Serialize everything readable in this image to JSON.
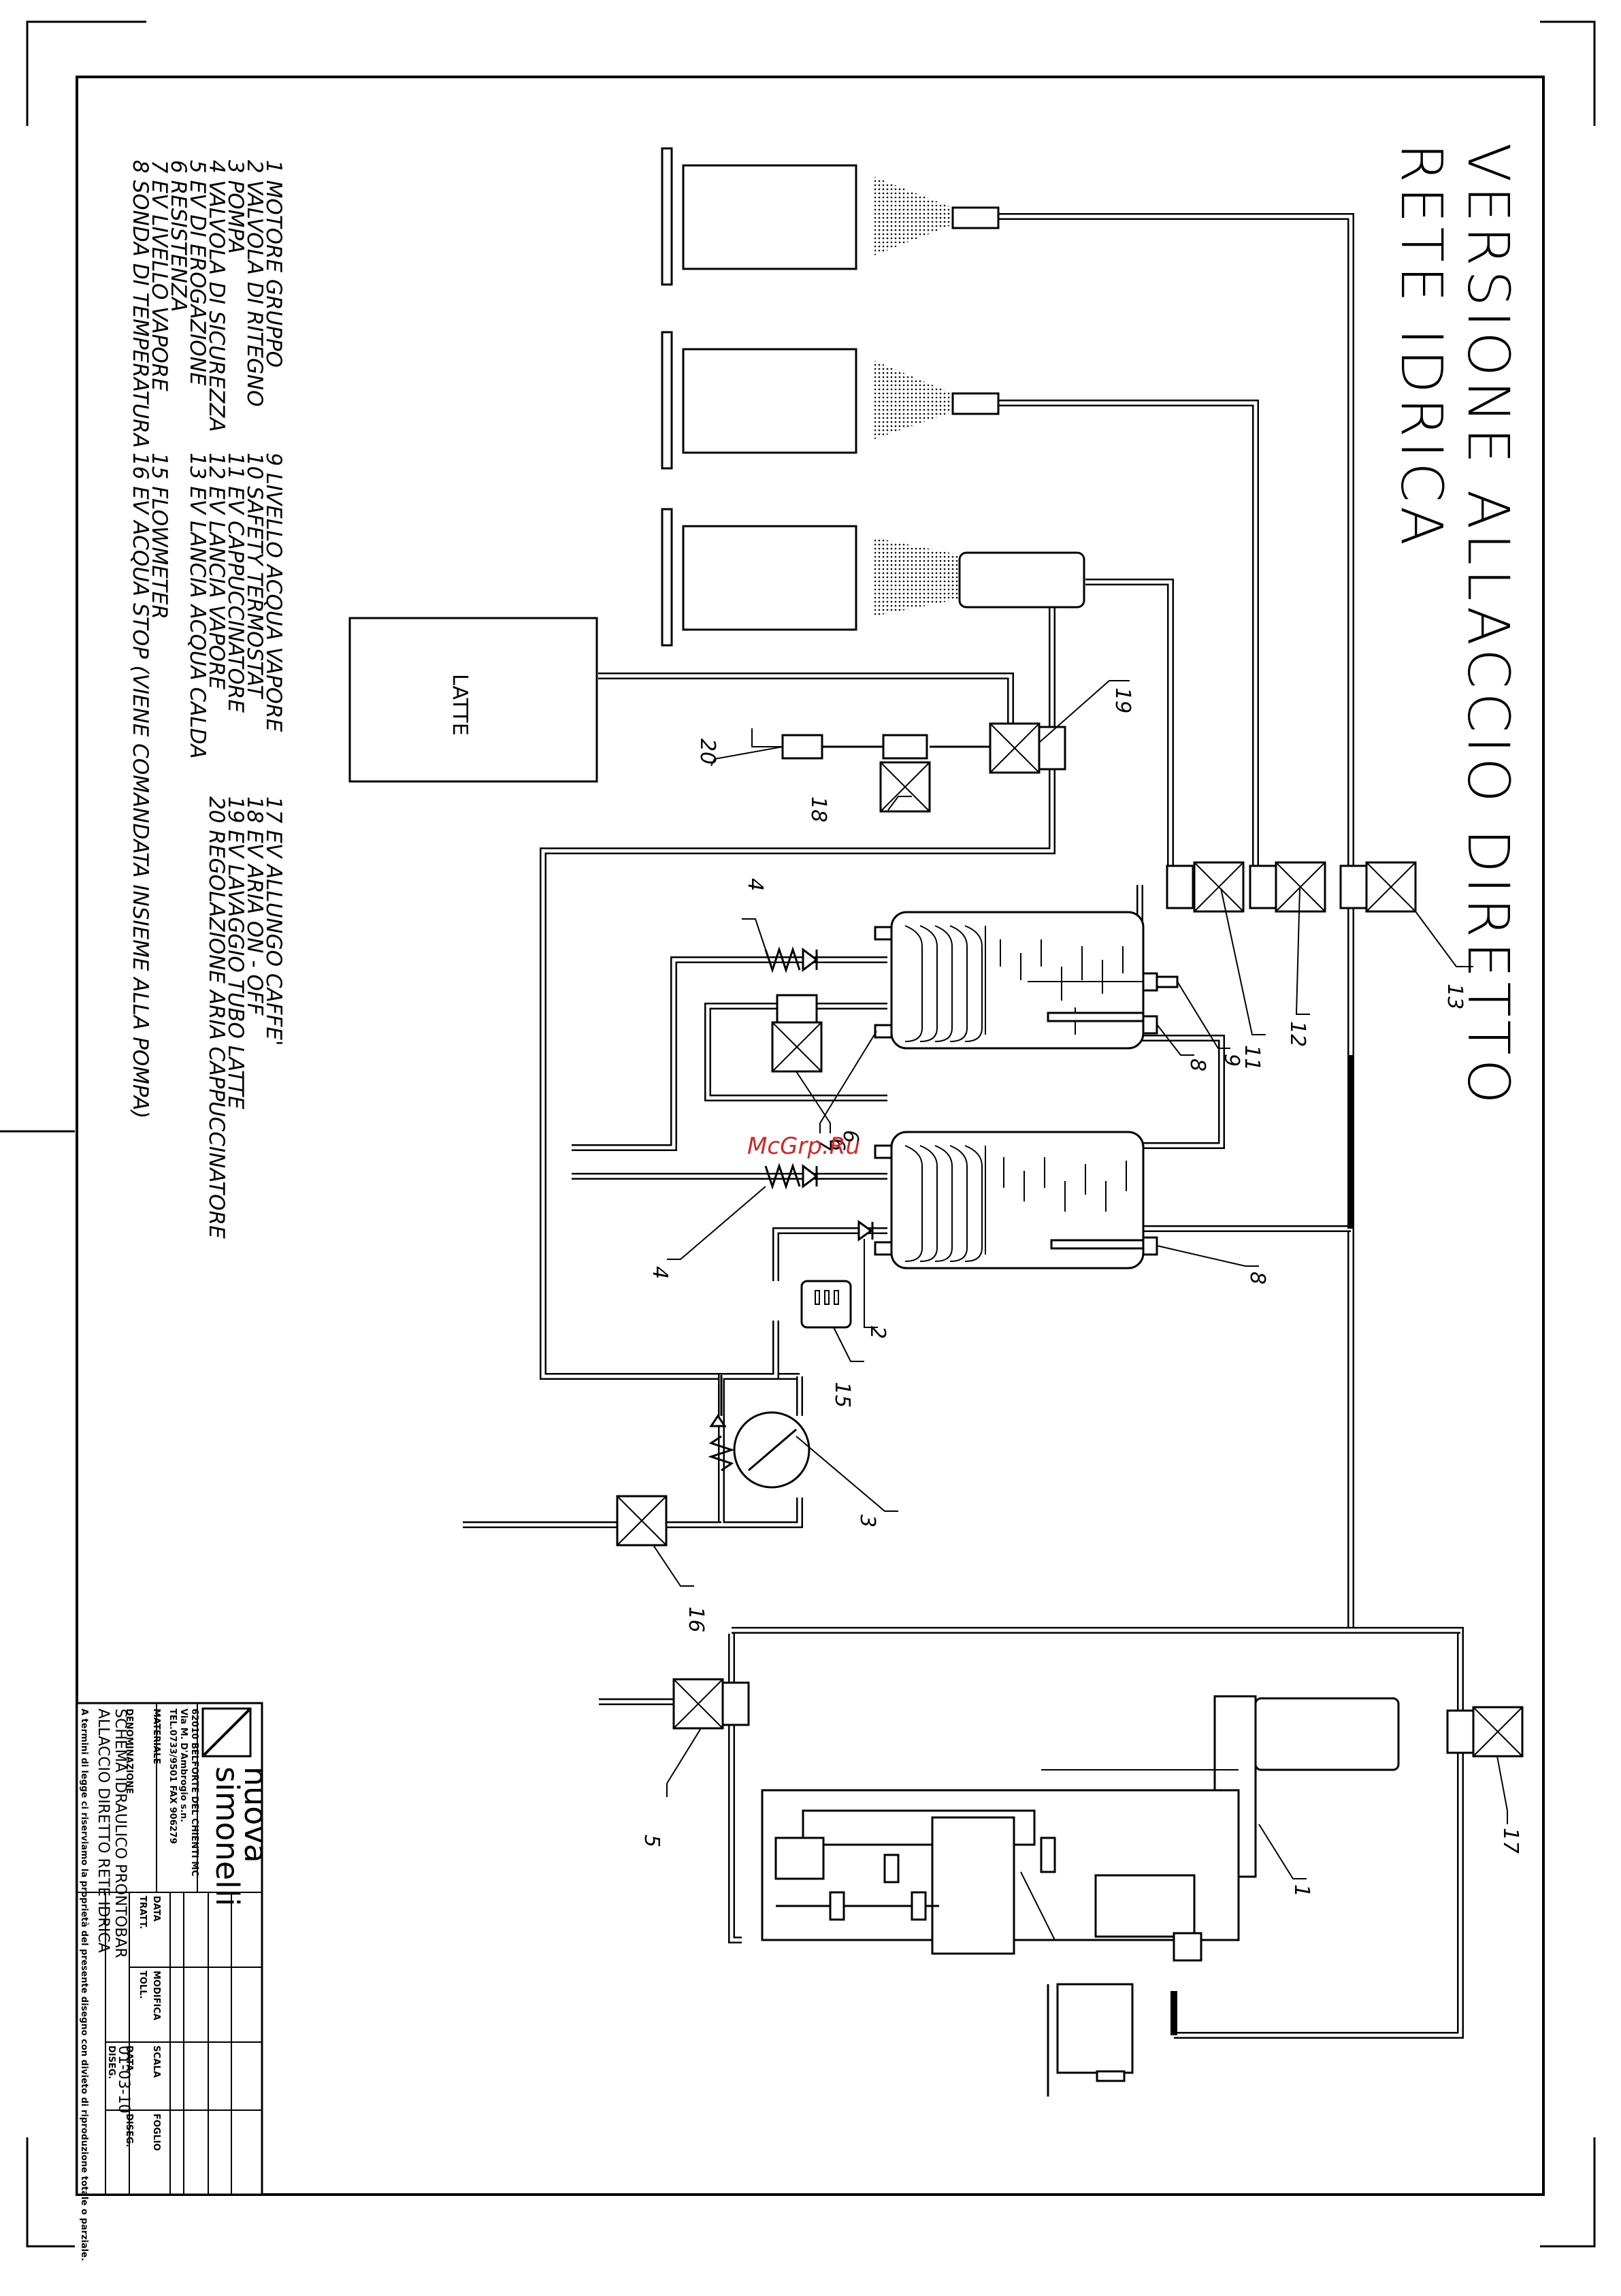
{
  "title": {
    "line1": "VERSIONE ALLACCIO DIRETTO",
    "line2": "RETE IDRICA"
  },
  "latte_label": "LATTE",
  "watermark": "McGrp.Ru",
  "legend": [
    "1 MOTORE GRUPPO",
    "2 VALVOLA DI RITEGNO",
    "3 POMPA",
    "4 VALVOLA DI SICUREZZA",
    "5 EV DI EROGAZIONE",
    "6 RESISTENZA",
    "7 EV LIVELLO VAPORE",
    "8 SONDA DI TEMPERATURA",
    "9 LIVELLO ACQUA VAPORE",
    "10 SAFETY TERMOSTAT",
    "11 EV CAPPUCCINATORE",
    "12 EV LANCIA VAPORE",
    "13 EV LANCIA ACQUA CALDA",
    "15 FLOWMETER",
    "16 EV ACQUA STOP (VIENE COMANDATA INSIEME ALLA POMPA)",
    "17 EV ALLUNGO CAFFE'",
    "18 EV ARIA ON - OFF",
    "19 EV LAVAGGIO TUBO LATTE",
    "20 REGOLAZIONE ARIA CAPPUCCINATORE"
  ],
  "callouts": [
    "1",
    "2",
    "3",
    "4",
    "4",
    "5",
    "6",
    "6",
    "7",
    "8",
    "8",
    "9",
    "11",
    "12",
    "13",
    "15",
    "16",
    "17",
    "18",
    "19",
    "20"
  ],
  "title_block": {
    "brand_line1": "nuova",
    "brand_line2": "simonelli",
    "address1": "62010 BELFORTE DEL CHIENTI MC",
    "address2": "Via M. D'Ambrogio s.n.",
    "phone": "TEL.0733/9501 FAX 906279",
    "materiale": "MATERIALE",
    "denominazione": "DENOMINAZIONE",
    "name1": "SCHEMA IDRAULICO PRONTOBAR",
    "name2": "ALLACCIO DIRETTO RETE IDRICA",
    "data_label": "DATA",
    "tratt_label": "TRATT.",
    "modifica_label": "MODIFICA",
    "toll_label": "TOLL.",
    "scala_label": "SCALA",
    "foglio_label": "FOGLIO",
    "date_label": "DATA",
    "date_value": "01-03-10",
    "dis_label": "DISEG.",
    "dis_label2": "DISEG.",
    "disclaimer": "A termini di legge ci riserviamo la proprietà del presente disegno con divieto di riproduzione totale o parziale."
  }
}
